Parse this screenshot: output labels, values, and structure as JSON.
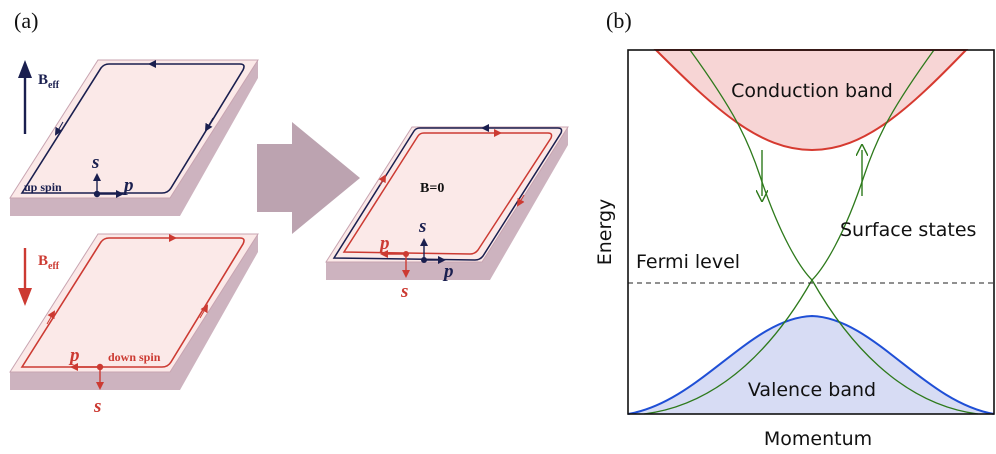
{
  "panel_a": {
    "label": "(a)",
    "top_plate": {
      "field": "B",
      "field_sub": "eff",
      "spin_label": "up spin",
      "s": "s",
      "p": "p"
    },
    "bottom_plate": {
      "field": "B",
      "field_sub": "eff",
      "spin_label": "down spin",
      "s": "s",
      "p": "p"
    },
    "combined_plate": {
      "field_label": "B=0",
      "s_top": "s",
      "s_bottom": "s",
      "p_left": "p",
      "p_right": "p"
    }
  },
  "panel_b": {
    "label": "(b)",
    "conduction_band": "Conduction band",
    "valence_band": "Valence band",
    "surface_states": "Surface states",
    "fermi_level": "Fermi level",
    "ylabel": "Energy",
    "xlabel": "Momentum"
  },
  "colors": {
    "navy": "#1a1f4f",
    "red": "#cc3a32",
    "plate_fill": "#fbe9e8",
    "plate_edge": "#c8a4b1",
    "arrow_block": "#bca3b0",
    "conduction_stroke": "#d63a30",
    "conduction_fill": "#f7d5d5",
    "valence_stroke": "#1f4fd6",
    "valence_fill": "#d7dcf4",
    "surface": "#2e7a1c"
  }
}
